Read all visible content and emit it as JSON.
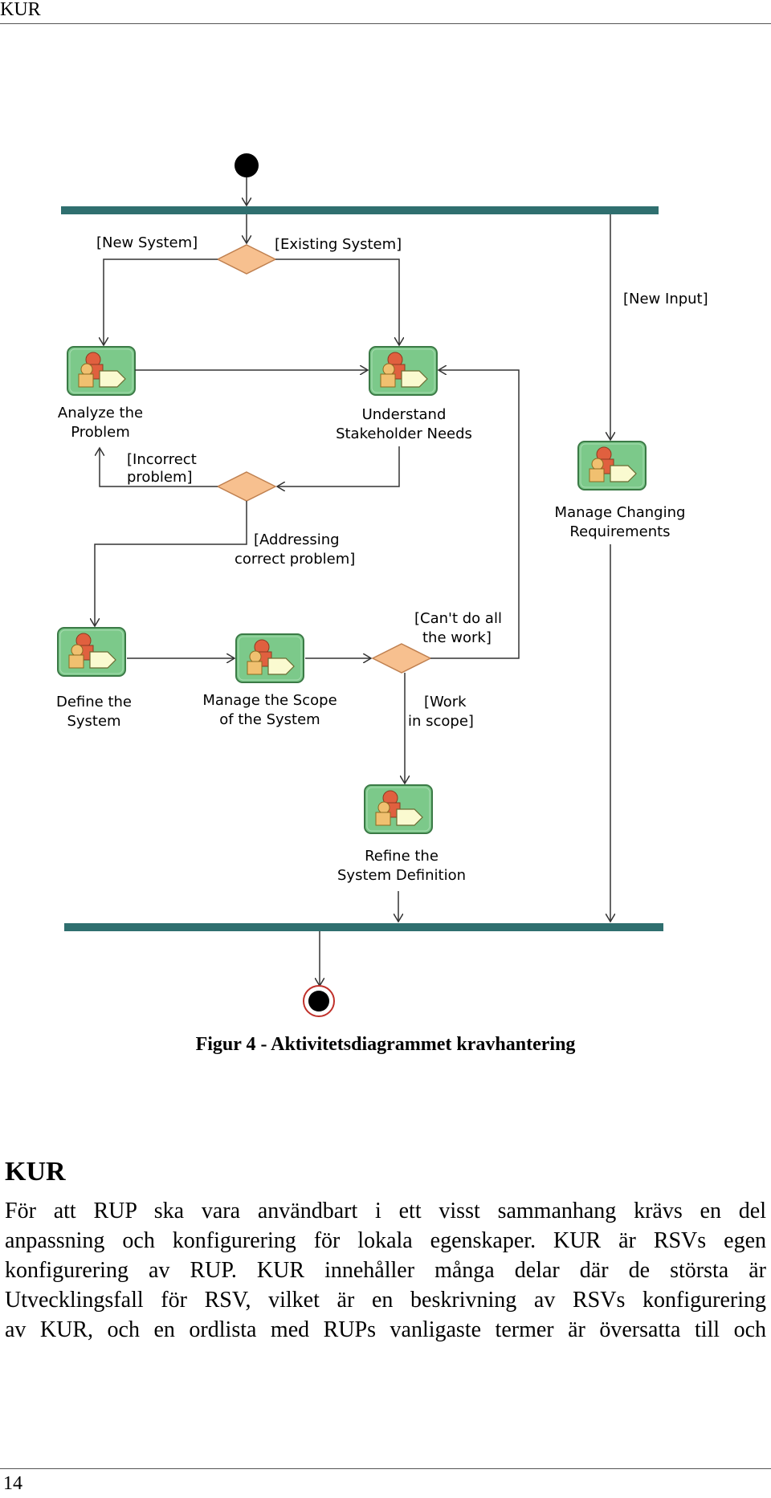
{
  "header": {
    "title": "KUR"
  },
  "diagram": {
    "labels": {
      "new_system": "[New System]",
      "existing_system": "[Existing System]",
      "new_input": "[New Input]",
      "incorrect_problem_1": "[Incorrect",
      "incorrect_problem_2": "problem]",
      "addressing_1": "[Addressing",
      "addressing_2": "correct problem]",
      "cant_do_1": "[Can't do all",
      "cant_do_2": "the work]",
      "work_scope_1": "[Work",
      "work_scope_2": "in scope]"
    },
    "activities": {
      "analyze_1": "Analyze the",
      "analyze_2": "Problem",
      "understand_1": "Understand",
      "understand_2": "Stakeholder Needs",
      "changing_1": "Manage Changing",
      "changing_2": "Requirements",
      "define_1": "Define the",
      "define_2": "System",
      "scope_1": "Manage the Scope",
      "scope_2": "of the System",
      "refine_1": "Refine the",
      "refine_2": "System Definition"
    },
    "colors": {
      "bar": "#2f6f6f",
      "decision": "#f7c08f",
      "activity_bg": "#7cc98a",
      "activity_border": "#3b7a46"
    }
  },
  "caption": "Figur 4 - Aktivitetsdiagrammet kravhantering",
  "section": {
    "heading": "KUR",
    "lines": [
      "För att RUP ska vara användbart i ett visst sammanhang krävs en del",
      "anpassning och konfigurering för lokala egenskaper. KUR är RSVs egen",
      "konfigurering av RUP. KUR innehåller många delar där de största är",
      "Utvecklingsfall för RSV, vilket är en beskrivning av RSVs konfigurering",
      "av KUR, och en ordlista med RUPs vanligaste termer är översatta till och"
    ]
  },
  "footer": {
    "page_number": "14"
  }
}
